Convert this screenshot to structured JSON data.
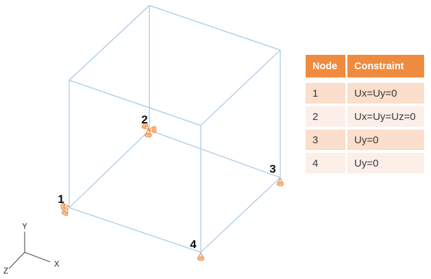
{
  "diagram": {
    "description": "Wireframe cube with four constrained nodes and coordinate triad",
    "nodes": [
      {
        "label": "1"
      },
      {
        "label": "2"
      },
      {
        "label": "3"
      },
      {
        "label": "4"
      }
    ],
    "axes": {
      "x": "X",
      "y": "Y",
      "z": "Z"
    }
  },
  "table": {
    "headers": {
      "node": "Node",
      "constraint": "Constraint"
    },
    "rows": [
      {
        "node": "1",
        "constraint": "Ux=Uy=0"
      },
      {
        "node": "2",
        "constraint": "Ux=Uy=Uz=0"
      },
      {
        "node": "3",
        "constraint": "Uy=0"
      },
      {
        "node": "4",
        "constraint": "Uy=0"
      }
    ]
  },
  "colors": {
    "cube_edge": "#A3C6E8",
    "constraint_marker": "#ED7D31",
    "table_header_bg": "#EF8B3F",
    "table_header_text": "#FFFFFF",
    "table_row_odd": "#FBDECB",
    "table_row_even": "#FCEFE8",
    "body_text": "#3A3A3A",
    "background": "#FFFFFF"
  }
}
